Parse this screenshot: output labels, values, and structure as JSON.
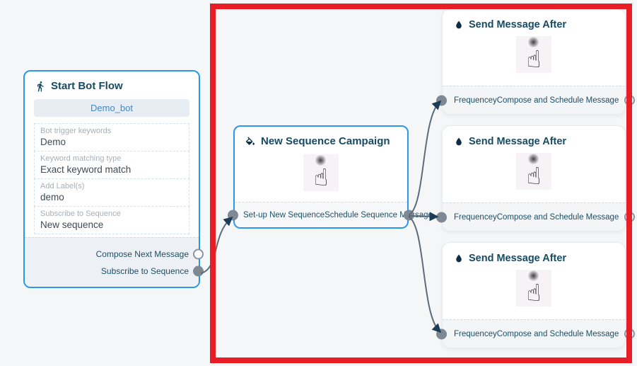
{
  "colors": {
    "canvas_bg": "#f5f6f8",
    "node_accent_blue": "#2b97ea",
    "title_text": "#174a63",
    "highlight_red": "#e91d25",
    "connector_gray": "#7e8994",
    "edge_gray": "#5d6b7a",
    "botname_text": "#4089c8"
  },
  "nodes": {
    "start": {
      "icon": "walking-person-icon",
      "title": "Start Bot Flow",
      "bot_name": "Demo_bot",
      "fields": [
        {
          "label": "Bot trigger keywords",
          "value": "Demo"
        },
        {
          "label": "Keyword matching type",
          "value": "Exact keyword match"
        },
        {
          "label": "Add Label(s)",
          "value": "demo"
        },
        {
          "label": "Subscribe to Sequence",
          "value": "New sequence"
        }
      ],
      "outputs": [
        {
          "label": "Compose Next Message",
          "connected": false
        },
        {
          "label": "Subscribe to Sequence",
          "connected": true
        }
      ]
    },
    "campaign": {
      "icon": "paint-bucket-icon",
      "title": "New Sequence Campaign",
      "input_label": "Set-up New Sequence",
      "output_label": "Schedule Sequence Message",
      "body_icon": "hand-cursor"
    },
    "send_after": [
      {
        "icon": "water-drop-icon",
        "title": "Send Message After",
        "input_label": "Frequencey",
        "output_label": "Compose and Schedule Message",
        "body_icon": "hand-cursor"
      },
      {
        "icon": "water-drop-icon",
        "title": "Send Message After",
        "input_label": "Frequencey",
        "output_label": "Compose and Schedule Message",
        "body_icon": "hand-cursor"
      },
      {
        "icon": "water-drop-icon",
        "title": "Send Message After",
        "input_label": "Frequencey",
        "output_label": "Compose and Schedule Message",
        "body_icon": "hand-cursor"
      }
    ]
  }
}
